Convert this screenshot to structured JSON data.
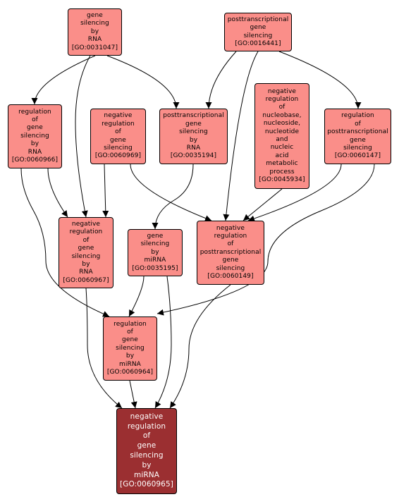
{
  "colors": {
    "node_fill": "#fa8e89",
    "target_fill": "#9b2f31",
    "edge": "#000000"
  },
  "nodes": [
    {
      "id": "gsr",
      "lines": [
        "gene",
        "silencing",
        "by",
        "RNA",
        "[GO:0031047]"
      ]
    },
    {
      "id": "ptgs",
      "lines": [
        "posttranscriptional",
        "gene",
        "silencing",
        "[GO:0016441]"
      ]
    },
    {
      "id": "rgsr",
      "lines": [
        "regulation",
        "of",
        "gene",
        "silencing",
        "by",
        "RNA",
        "[GO:0060966]"
      ]
    },
    {
      "id": "nrgs",
      "lines": [
        "negative",
        "regulation",
        "of",
        "gene",
        "silencing",
        "[GO:0060969]"
      ]
    },
    {
      "id": "ptgsr",
      "lines": [
        "posttranscriptional",
        "gene",
        "silencing",
        "by",
        "RNA",
        "[GO:0035194]"
      ]
    },
    {
      "id": "nrnm",
      "lines": [
        "negative",
        "regulation",
        "of",
        "nucleobase,",
        "nucleoside,",
        "nucleotide",
        "and",
        "nucleic",
        "acid",
        "metabolic",
        "process",
        "[GO:0045934]"
      ]
    },
    {
      "id": "rptgs",
      "lines": [
        "regulation",
        "of",
        "posttranscriptional",
        "gene",
        "silencing",
        "[GO:0060147]"
      ]
    },
    {
      "id": "nrgsr",
      "lines": [
        "negative",
        "regulation",
        "of",
        "gene",
        "silencing",
        "by",
        "RNA",
        "[GO:0060967]"
      ]
    },
    {
      "id": "gsm",
      "lines": [
        "gene",
        "silencing",
        "by",
        "miRNA",
        "[GO:0035195]"
      ]
    },
    {
      "id": "nrptgs",
      "lines": [
        "negative",
        "regulation",
        "of",
        "posttranscriptional",
        "gene",
        "silencing",
        "[GO:0060149]"
      ]
    },
    {
      "id": "rgsm",
      "lines": [
        "regulation",
        "of",
        "gene",
        "silencing",
        "by",
        "miRNA",
        "[GO:0060964]"
      ]
    },
    {
      "id": "nrgsm",
      "lines": [
        "negative",
        "regulation",
        "of",
        "gene",
        "silencing",
        "by",
        "miRNA",
        "[GO:0060965]"
      ],
      "target": true
    }
  ],
  "edges": [
    [
      "gsr",
      "rgsr"
    ],
    [
      "gsr",
      "nrgsr"
    ],
    [
      "gsr",
      "ptgsr"
    ],
    [
      "ptgs",
      "ptgsr"
    ],
    [
      "ptgs",
      "nrptgs"
    ],
    [
      "ptgs",
      "rptgs"
    ],
    [
      "rgsr",
      "nrgsr"
    ],
    [
      "rgsr",
      "rgsm"
    ],
    [
      "nrgs",
      "nrgsr"
    ],
    [
      "nrgs",
      "nrptgs"
    ],
    [
      "ptgsr",
      "gsm"
    ],
    [
      "nrnm",
      "nrptgs"
    ],
    [
      "rptgs",
      "nrptgs"
    ],
    [
      "rptgs",
      "rgsm"
    ],
    [
      "nrgsr",
      "nrgsm"
    ],
    [
      "gsm",
      "rgsm"
    ],
    [
      "gsm",
      "nrgsm"
    ],
    [
      "nrptgs",
      "nrgsm"
    ],
    [
      "rgsm",
      "nrgsm"
    ]
  ]
}
